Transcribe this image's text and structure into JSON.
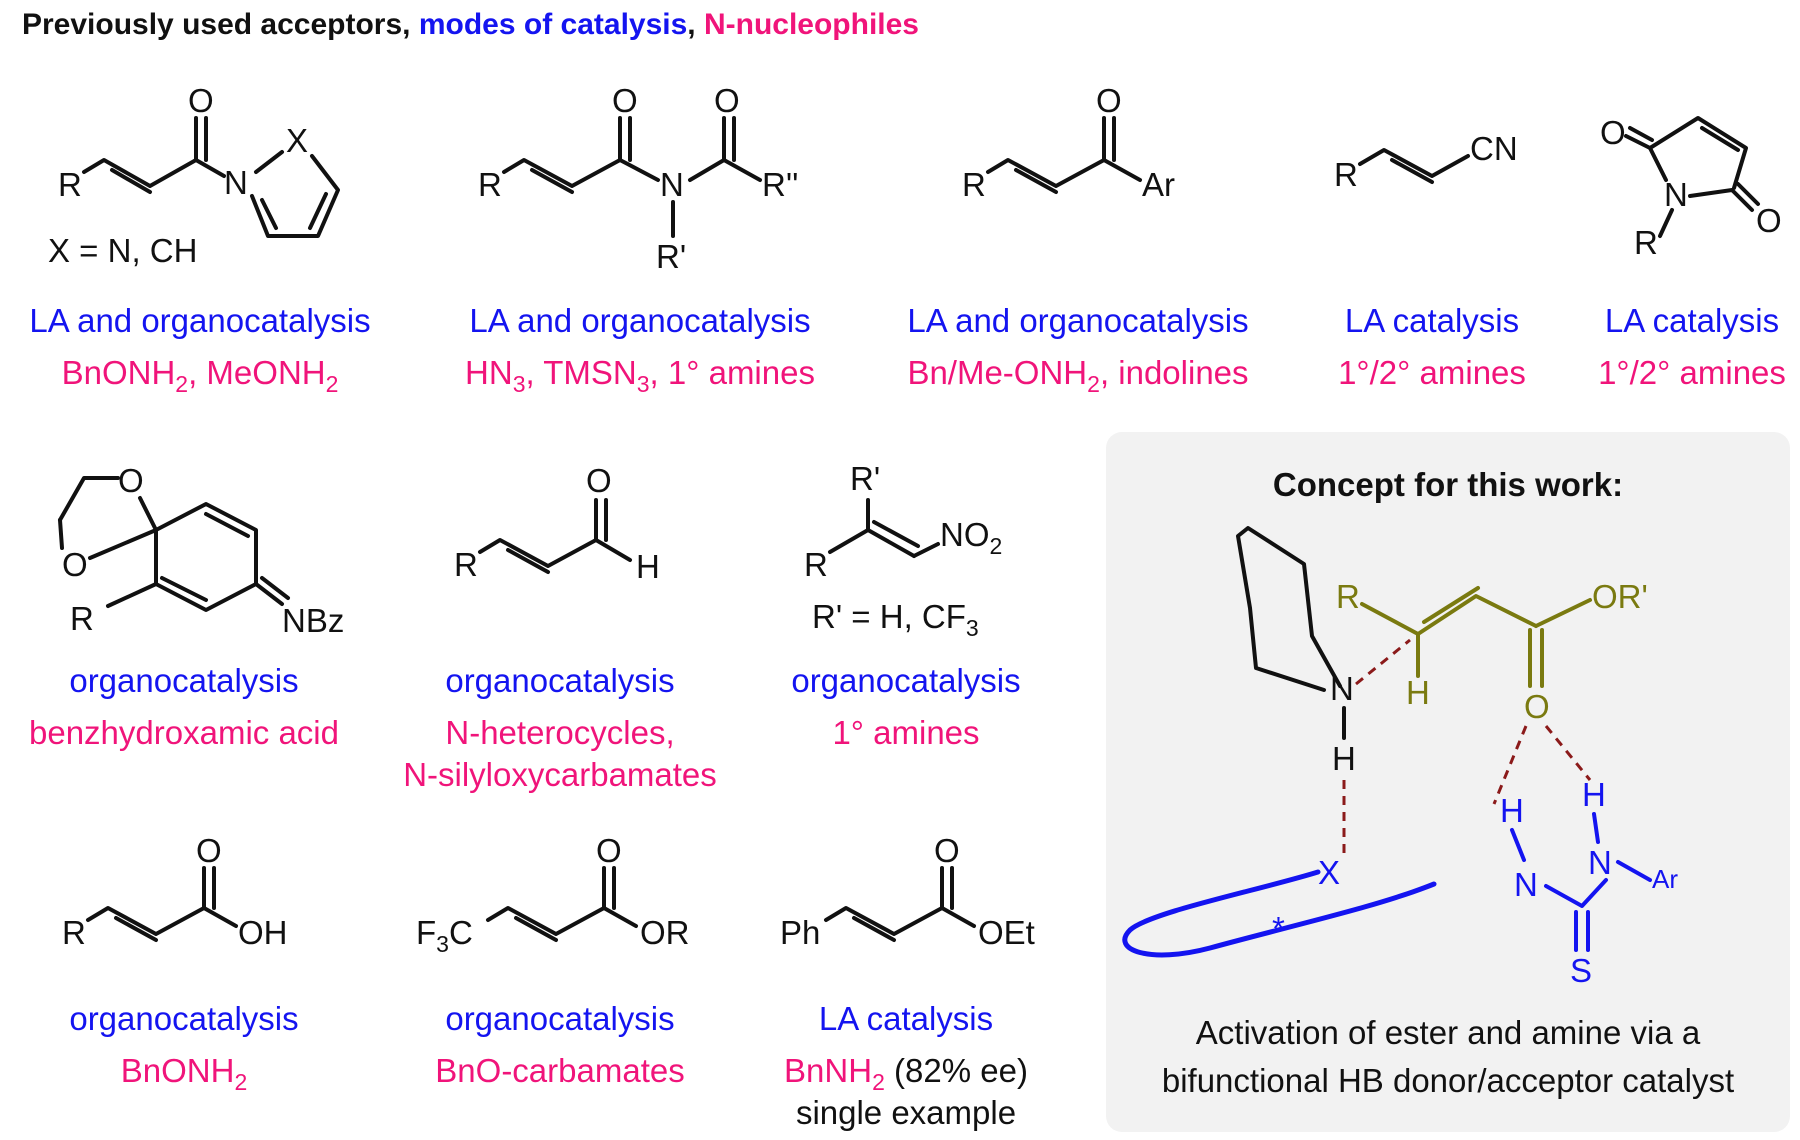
{
  "title": {
    "part1": "Previously used acceptors, ",
    "part2": "modes of catalysis",
    "sep": ", ",
    "part3": "N-nucleophiles",
    "colors": {
      "black": "#111111",
      "blue": "#1414f0",
      "pink": "#f0147a"
    }
  },
  "acceptors": [
    {
      "mode": "LA and organocatalysis",
      "nucleophile": "BnONH",
      "nucleophile_sub": "2",
      "nucleophile_post": ", MeONH",
      "nucleophile_sub2": "2",
      "note": "X = N, CH"
    },
    {
      "mode": "LA and organocatalysis",
      "nucleophile": "HN",
      "nucleophile_sub": "3",
      "nucleophile_post": ", TMSN",
      "nucleophile_sub2": "3",
      "nucleophile_tail": ", 1° amines"
    },
    {
      "mode": "LA and organocatalysis",
      "nucleophile": "Bn/Me-ONH",
      "nucleophile_sub": "2",
      "nucleophile_post": ", indolines"
    },
    {
      "mode": "LA catalysis",
      "nucleophile": "1°/2° amines"
    },
    {
      "mode": "LA catalysis",
      "nucleophile": "1°/2° amines"
    },
    {
      "mode": "organocatalysis",
      "nucleophile": "benzhydroxamic acid"
    },
    {
      "mode": "organocatalysis",
      "nucleophile": "N-heterocycles,",
      "nucleophile_line2": "N-silyloxycarbamates"
    },
    {
      "mode": "organocatalysis",
      "nucleophile": "1° amines",
      "note": "R' = H, CF",
      "note_sub": "3"
    },
    {
      "mode": "organocatalysis",
      "nucleophile": "BnONH",
      "nucleophile_sub": "2"
    },
    {
      "mode": "organocatalysis",
      "nucleophile": "BnO-carbamates"
    },
    {
      "mode": "LA catalysis",
      "nucleophile": "BnNH",
      "nucleophile_sub": "2",
      "extra": " (82% ee)",
      "extra_line2": "single example"
    }
  ],
  "atoms": {
    "R": "R",
    "O": "O",
    "N": "N",
    "X": "X",
    "Rp": "R'",
    "Rpp": "R''",
    "Ar": "Ar",
    "CN": "CN",
    "NBz": "NBz",
    "H": "H",
    "NO": "NO",
    "two": "2",
    "OH": "OH",
    "F": "F",
    "three": "3",
    "C": "C",
    "OR": "OR",
    "Ph": "Ph",
    "OEt": "OEt",
    "ORp": "OR'",
    "S": "S",
    "star": "*"
  },
  "concept": {
    "heading": "Concept for this work:",
    "caption_line1": "Activation of ester and amine via a",
    "caption_line2": "bifunctional HB donor/acceptor catalyst",
    "panel_color": "#f2f2f2",
    "substrate_color": "#7a7a10",
    "hbond_color": "#8b1a1a"
  }
}
